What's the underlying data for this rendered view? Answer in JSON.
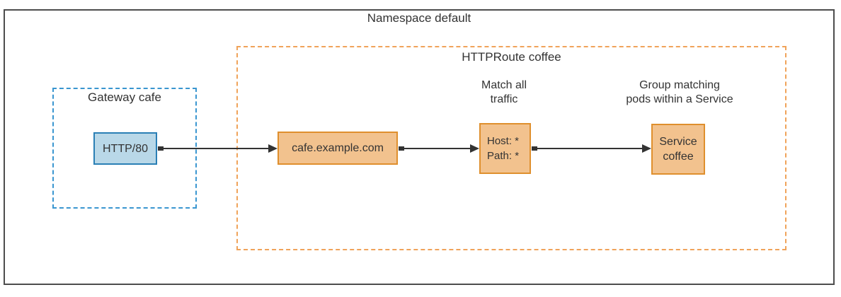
{
  "diagram": {
    "namespace_label": "Namespace default",
    "gateway": {
      "label": "Gateway cafe",
      "listener_label": "HTTP/80"
    },
    "httproute": {
      "label": "HTTPRoute coffee",
      "hostname_label": "cafe.example.com",
      "match_annotation": "Match all\ntraffic",
      "match_label": "Host: *\nPath: *",
      "backend_annotation": "Group matching\npods within a Service",
      "backend_label": "Service\ncoffee"
    },
    "colors": {
      "outer_border": "#4d4d4d",
      "gateway_border": "#3a96d0",
      "gateway_node_fill": "#b9d8e8",
      "gateway_node_border": "#2a7fb5",
      "route_border": "#f0a35a",
      "route_node_fill": "#f2c28e",
      "route_node_border": "#df8f2d",
      "arrow": "#333333",
      "text": "#333333"
    }
  }
}
